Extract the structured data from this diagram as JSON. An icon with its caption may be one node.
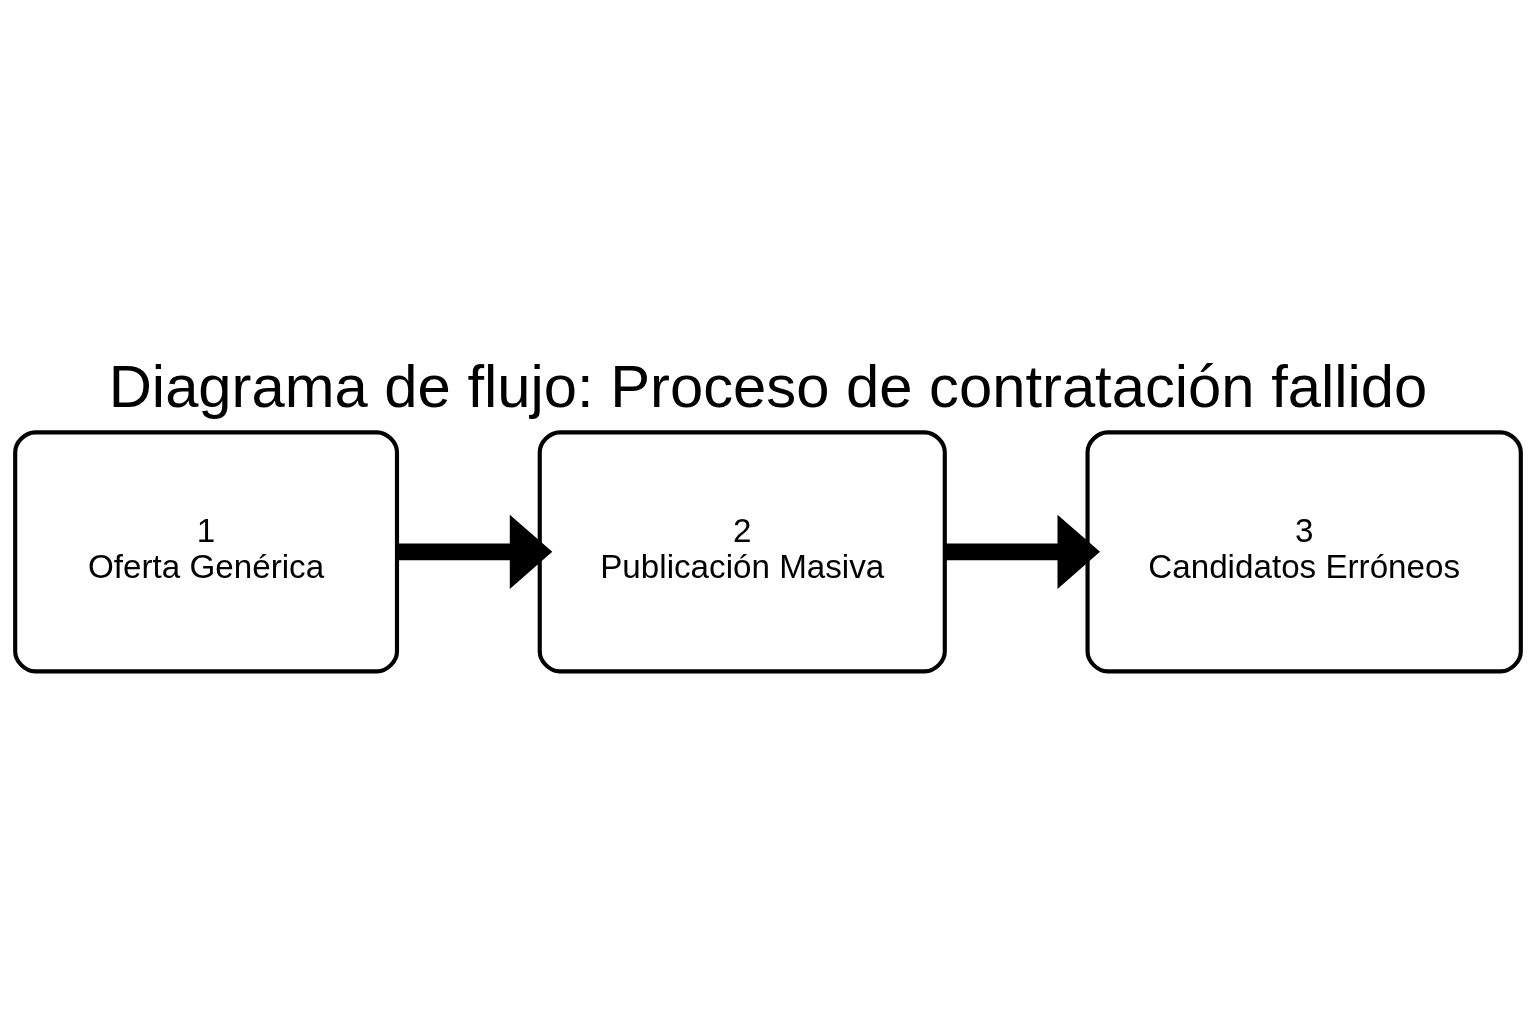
{
  "diagram": {
    "title": "Diagrama de flujo: Proceso de contratación fallido",
    "nodes": [
      {
        "text": [
          "1",
          "Oferta Genérica"
        ]
      },
      {
        "text": [
          "2",
          "Publicación Masiva"
        ]
      },
      {
        "text": [
          "3",
          "Candidatos Erróneos"
        ]
      }
    ],
    "edges": [
      {
        "from": 0,
        "to": 1,
        "arrow": "to"
      },
      {
        "from": 1,
        "to": 2,
        "arrow": "to"
      }
    ]
  }
}
